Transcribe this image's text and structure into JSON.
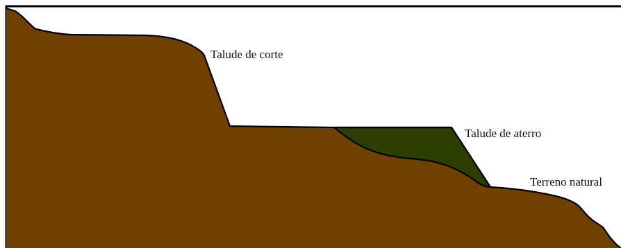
{
  "labels": {
    "cut_slope": "Talude de corte",
    "fill_slope": "Talude de aterro",
    "natural_ground": "Terreno natural"
  },
  "colors": {
    "soil": "#704000",
    "fill": "#2d3f00",
    "outline": "#000000",
    "background": "#ffffff"
  }
}
